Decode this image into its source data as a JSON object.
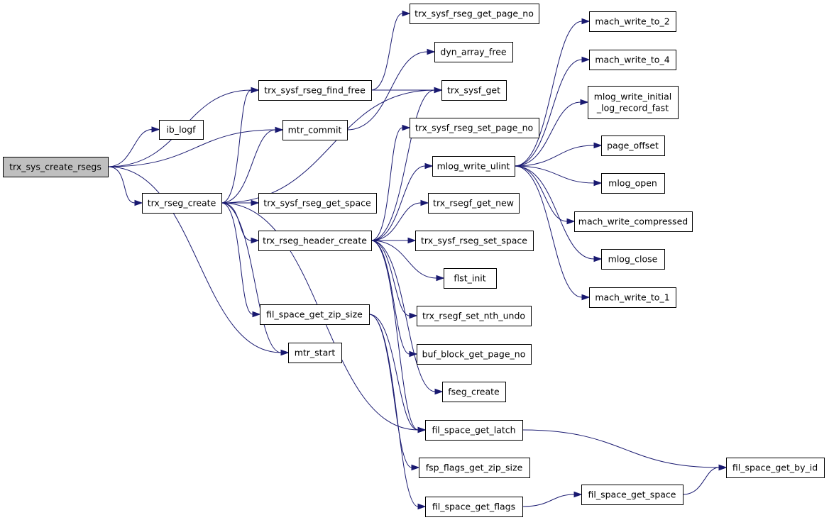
{
  "colors": {
    "edge": "#191970",
    "root_fill": "#bfbfbf",
    "node_fill": "#ffffff",
    "node_border": "#000000"
  },
  "nodes": {
    "trx_sys_create_rsegs": "trx_sys_create_rsegs",
    "ib_logf": "ib_logf",
    "mtr_commit": "mtr_commit",
    "trx_rseg_create": "trx_rseg_create",
    "trx_sysf_rseg_find_free": "trx_sysf_rseg_find_free",
    "mtr_start": "mtr_start",
    "trx_sysf_rseg_get_page_no": "trx_sysf_rseg_get_page_no",
    "dyn_array_free": "dyn_array_free",
    "trx_sysf_get": "trx_sysf_get",
    "trx_sysf_rseg_set_page_no": "trx_sysf_rseg_set_page_no",
    "trx_sysf_rseg_get_space": "trx_sysf_rseg_get_space",
    "trx_rseg_header_create": "trx_rseg_header_create",
    "fil_space_get_zip_size": "fil_space_get_zip_size",
    "mlog_write_ulint": "mlog_write_ulint",
    "trx_rsegf_get_new": "trx_rsegf_get_new",
    "trx_sysf_rseg_set_space": "trx_sysf_rseg_set_space",
    "flst_init": "flst_init",
    "trx_rsegf_set_nth_undo": "trx_rsegf_set_nth_undo",
    "buf_block_get_page_no": "buf_block_get_page_no",
    "fseg_create": "fseg_create",
    "fil_space_get_latch": "fil_space_get_latch",
    "fsp_flags_get_zip_size": "fsp_flags_get_zip_size",
    "fil_space_get_flags": "fil_space_get_flags",
    "mach_write_to_2": "mach_write_to_2",
    "mach_write_to_4": "mach_write_to_4",
    "mlog_write_initial_log_record_fast": "mlog_write_initial\n_log_record_fast",
    "page_offset": "page_offset",
    "mlog_open": "mlog_open",
    "mach_write_compressed": "mach_write_compressed",
    "mlog_close": "mlog_close",
    "mach_write_to_1": "mach_write_to_1",
    "fil_space_get_space": "fil_space_get_space",
    "fil_space_get_by_id": "fil_space_get_by_id"
  },
  "edges": [
    [
      "trx_sys_create_rsegs",
      "trx_sysf_rseg_find_free"
    ],
    [
      "trx_sys_create_rsegs",
      "ib_logf"
    ],
    [
      "trx_sys_create_rsegs",
      "mtr_commit"
    ],
    [
      "trx_sys_create_rsegs",
      "trx_rseg_create"
    ],
    [
      "trx_sys_create_rsegs",
      "mtr_start"
    ],
    [
      "trx_sysf_rseg_find_free",
      "trx_sysf_rseg_get_page_no"
    ],
    [
      "trx_sysf_rseg_find_free",
      "trx_sysf_get"
    ],
    [
      "mtr_commit",
      "dyn_array_free"
    ],
    [
      "trx_rseg_create",
      "trx_sysf_rseg_find_free"
    ],
    [
      "trx_rseg_create",
      "mtr_commit"
    ],
    [
      "trx_rseg_create",
      "trx_sysf_get"
    ],
    [
      "trx_rseg_create",
      "trx_sysf_rseg_get_space"
    ],
    [
      "trx_rseg_create",
      "trx_rseg_header_create"
    ],
    [
      "trx_rseg_create",
      "fil_space_get_zip_size"
    ],
    [
      "trx_rseg_create",
      "mtr_start"
    ],
    [
      "trx_rseg_create",
      "fil_space_get_latch"
    ],
    [
      "trx_rseg_header_create",
      "trx_sysf_get"
    ],
    [
      "trx_rseg_header_create",
      "trx_sysf_rseg_set_page_no"
    ],
    [
      "trx_rseg_header_create",
      "mlog_write_ulint"
    ],
    [
      "trx_rseg_header_create",
      "trx_rsegf_get_new"
    ],
    [
      "trx_rseg_header_create",
      "trx_sysf_rseg_set_space"
    ],
    [
      "trx_rseg_header_create",
      "flst_init"
    ],
    [
      "trx_rseg_header_create",
      "trx_rsegf_set_nth_undo"
    ],
    [
      "trx_rseg_header_create",
      "buf_block_get_page_no"
    ],
    [
      "trx_rseg_header_create",
      "fseg_create"
    ],
    [
      "trx_rseg_header_create",
      "fil_space_get_latch"
    ],
    [
      "fil_space_get_zip_size",
      "fil_space_get_latch"
    ],
    [
      "fil_space_get_zip_size",
      "fsp_flags_get_zip_size"
    ],
    [
      "fil_space_get_zip_size",
      "fil_space_get_flags"
    ],
    [
      "mlog_write_ulint",
      "mach_write_to_2"
    ],
    [
      "mlog_write_ulint",
      "mach_write_to_4"
    ],
    [
      "mlog_write_ulint",
      "mlog_write_initial_log_record_fast"
    ],
    [
      "mlog_write_ulint",
      "page_offset"
    ],
    [
      "mlog_write_ulint",
      "mlog_open"
    ],
    [
      "mlog_write_ulint",
      "mach_write_compressed"
    ],
    [
      "mlog_write_ulint",
      "mlog_close"
    ],
    [
      "mlog_write_ulint",
      "mach_write_to_1"
    ],
    [
      "fil_space_get_latch",
      "fil_space_get_by_id"
    ],
    [
      "fil_space_get_flags",
      "fil_space_get_space"
    ],
    [
      "fil_space_get_space",
      "fil_space_get_by_id"
    ]
  ]
}
